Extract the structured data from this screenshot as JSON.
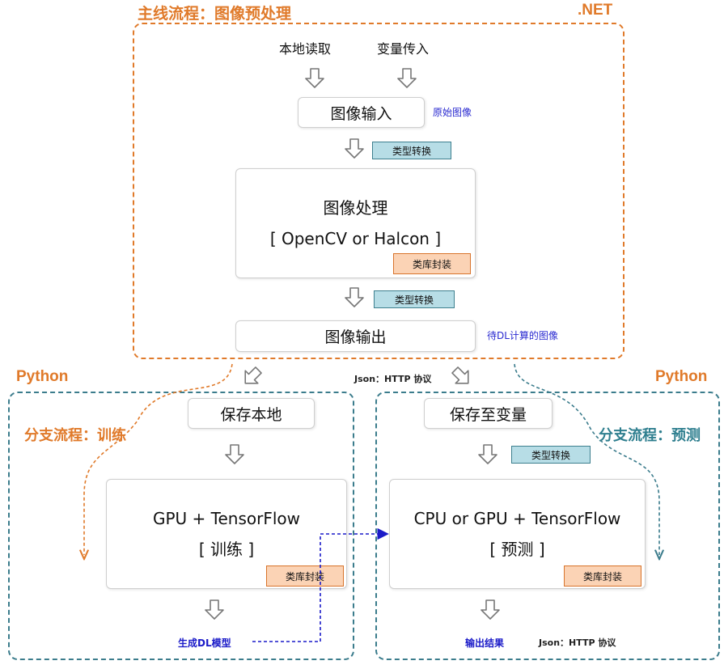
{
  "main": {
    "title": "主线流程：图像预处理",
    "platform": ".NET",
    "sources": [
      "本地读取",
      "变量传入"
    ],
    "input_box": "图像输入",
    "input_note": "原始图像",
    "convert_tag": "类型转换",
    "process_box": {
      "line1": "图像处理",
      "line2": "[ OpenCV or Halcon ]",
      "tag": "类库封装"
    },
    "convert_tag2": "类型转换",
    "output_box": "图像输出",
    "output_note": "待DL计算的图像"
  },
  "middle": {
    "protocol": "Json：HTTP 协议"
  },
  "train": {
    "platform": "Python",
    "title": "分支流程：训练",
    "save_box": "保存本地",
    "process_box": {
      "line1": "GPU + TensorFlow",
      "line2": "[ 训练 ]",
      "tag": "类库封装"
    },
    "result": "生成DL模型"
  },
  "predict": {
    "platform": "Python",
    "title": "分支流程：预测",
    "save_box": "保存至变量",
    "convert_tag": "类型转换",
    "process_box": {
      "line1": "CPU or GPU + TensorFlow",
      "line2": "[ 预测 ]",
      "tag": "类库封装"
    },
    "result": "输出结果",
    "protocol": "Json：HTTP 协议"
  },
  "colors": {
    "orange": "#e07a2a",
    "teal": "#3b7c8c",
    "blue_tag": "#b7dde6",
    "orange_tag": "#fbd3b5",
    "link_blue": "#1a1ac8"
  }
}
